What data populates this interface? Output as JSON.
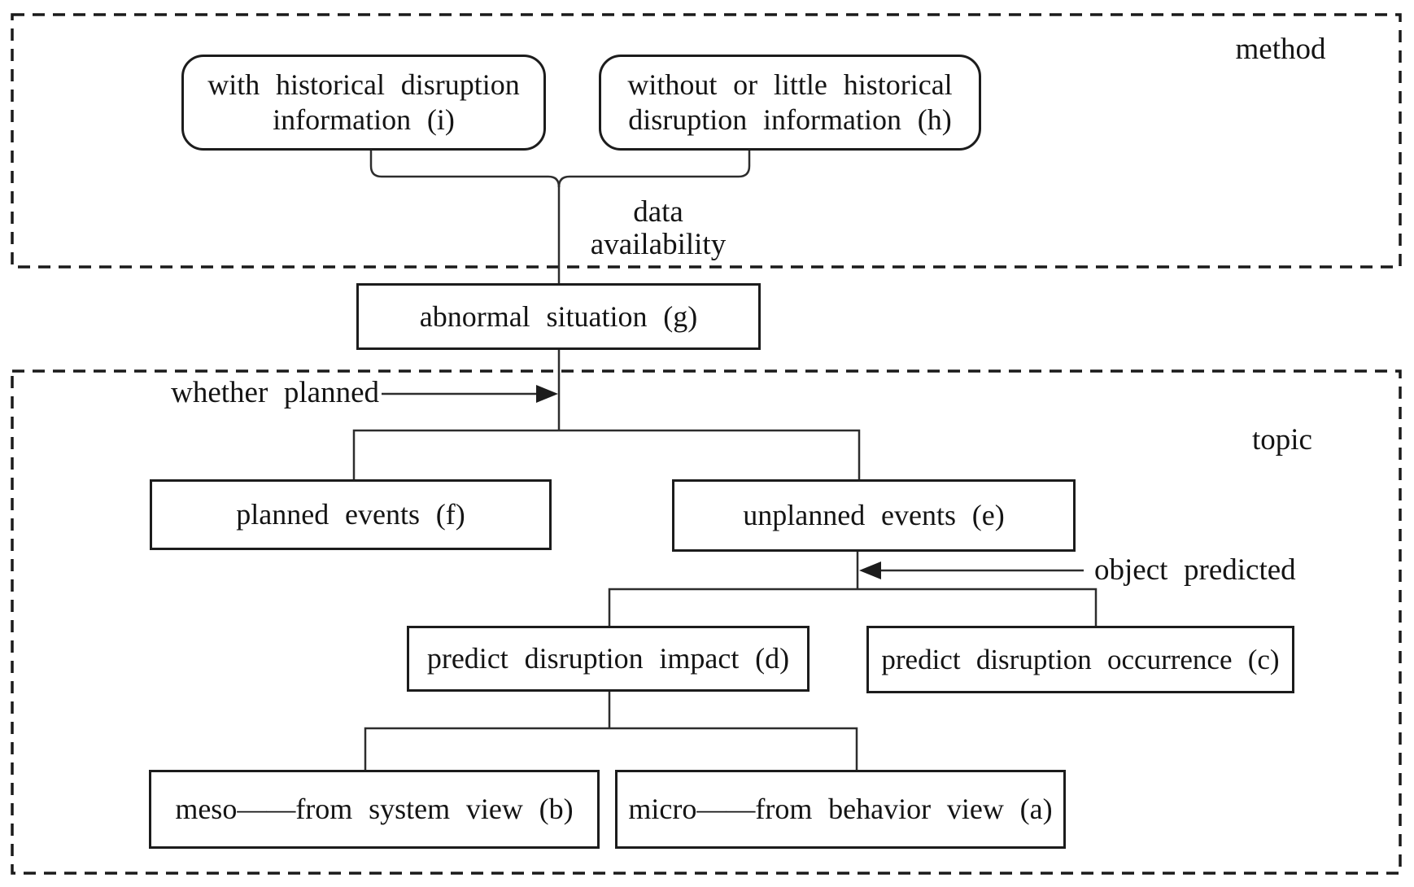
{
  "diagram": {
    "regions": {
      "method": "method",
      "topic": "topic"
    },
    "nodes": {
      "i": {
        "line1": "with historical disruption",
        "line2": "information (i)"
      },
      "h": {
        "line1": "without or little historical",
        "line2": "disruption information (h)"
      },
      "g": {
        "label": "abnormal situation (g)"
      },
      "f": {
        "label": "planned events (f)"
      },
      "e": {
        "label": "unplanned events (e)"
      },
      "d": {
        "label": "predict disruption impact (d)"
      },
      "c": {
        "label": "predict disruption occurrence (c)"
      },
      "b": {
        "label": "meso——from system view (b)"
      },
      "a": {
        "label": "micro——from behavior view (a)"
      }
    },
    "edge_labels": {
      "data_availability": {
        "line1": "data",
        "line2": "availability"
      },
      "whether_planned": "whether planned",
      "object_predicted": "object predicted"
    },
    "colors": {
      "line": "#2d2d2d",
      "dashed_border": "#1a1a1a",
      "background": "#ffffff",
      "text": "#141414"
    }
  }
}
